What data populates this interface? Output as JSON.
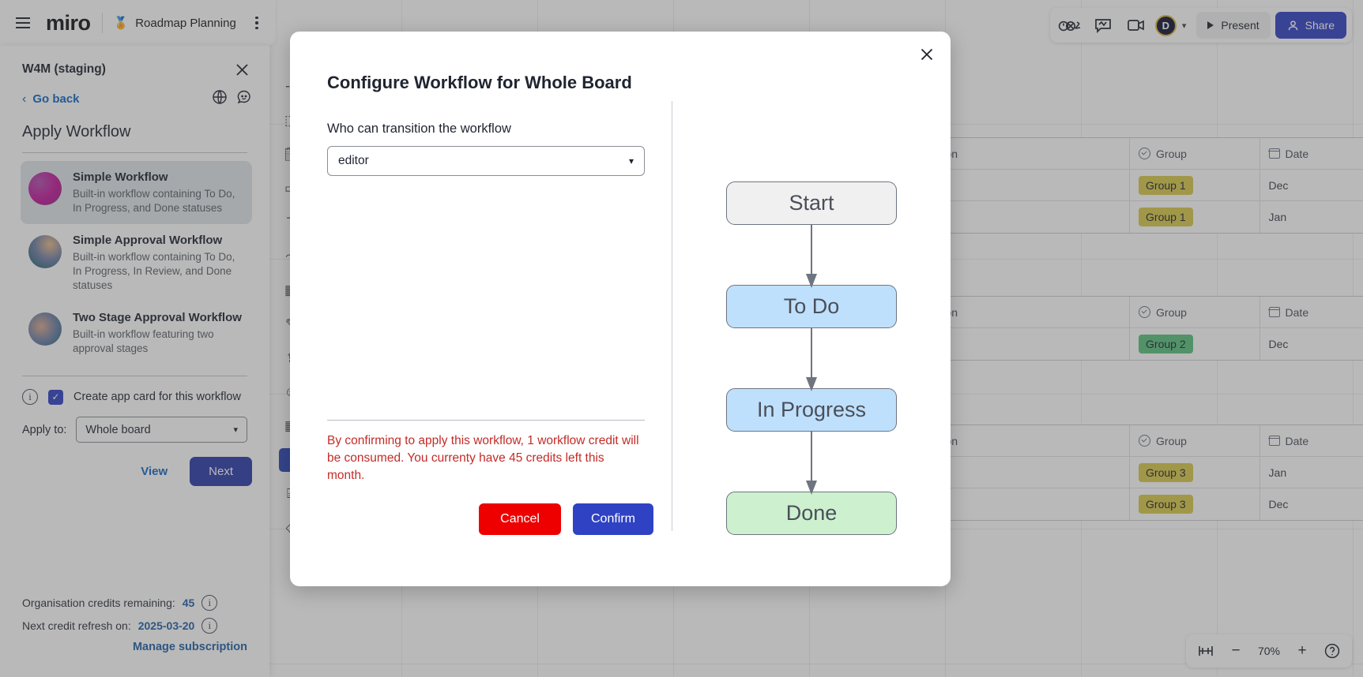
{
  "topbar": {
    "logo": "miro",
    "board_title": "Roadmap Planning",
    "board_emoji": "🏅",
    "present_label": "Present",
    "share_label": "Share",
    "avatar_initial": "D"
  },
  "zoombar": {
    "zoom_level": "70%",
    "minus": "−",
    "plus": "+",
    "help": "?"
  },
  "panel": {
    "title": "W4M (staging)",
    "go_back": "Go back",
    "heading": "Apply Workflow",
    "workflows": [
      {
        "name": "Simple Workflow",
        "description": "Built-in workflow containing To Do, In Progress, and Done statuses",
        "selected": true
      },
      {
        "name": "Simple Approval Workflow",
        "description": "Built-in workflow containing To Do, In Progress, In Review, and Done statuses",
        "selected": false
      },
      {
        "name": "Two Stage Approval Workflow",
        "description": "Built-in workflow featuring two approval stages",
        "selected": false
      }
    ],
    "checkbox_label": "Create app card for this workflow",
    "checkbox_checked": true,
    "apply_to_label": "Apply to:",
    "apply_to_value": "Whole board",
    "view_label": "View",
    "next_label": "Next",
    "footer": {
      "credits_label": "Organisation credits remaining:",
      "credits_value": "45",
      "refresh_label": "Next credit refresh on:",
      "refresh_value": "2025-03-20",
      "manage_link": "Manage subscription"
    }
  },
  "modal": {
    "title": "Configure Workflow for Whole Board",
    "field_label": "Who can transition the workflow",
    "field_value": "editor",
    "warning": "By confirming to apply this workflow, 1 workflow credit will be consumed. You currenty have 45 credits left this month.",
    "cancel_label": "Cancel",
    "confirm_label": "Confirm",
    "diagram": {
      "nodes": [
        {
          "label": "Start",
          "style": "start"
        },
        {
          "label": "To Do",
          "style": "blue"
        },
        {
          "label": "In Progress",
          "style": "blue"
        },
        {
          "label": "Done",
          "style": "green"
        }
      ]
    }
  },
  "board": {
    "tables": [
      {
        "header": {
          "name": "Description",
          "group": "Group",
          "date": "Date"
        },
        "rows": [
          {
            "group": "Group 1",
            "group_color": "y",
            "date": "Dec"
          },
          {
            "group": "Group 1",
            "group_color": "y",
            "date": "Jan"
          }
        ]
      },
      {
        "header": {
          "name": "Description",
          "group": "Group",
          "date": "Date"
        },
        "rows": [
          {
            "group": "Group 2",
            "group_color": "g",
            "date": "Dec"
          }
        ]
      },
      {
        "header": {
          "name": "Description",
          "group": "Group",
          "date": "Date"
        },
        "rows": [
          {
            "group": "Group 3",
            "group_color": "y",
            "date": "Jan"
          },
          {
            "group": "Group 3",
            "group_color": "y",
            "date": "Dec"
          }
        ]
      }
    ]
  }
}
